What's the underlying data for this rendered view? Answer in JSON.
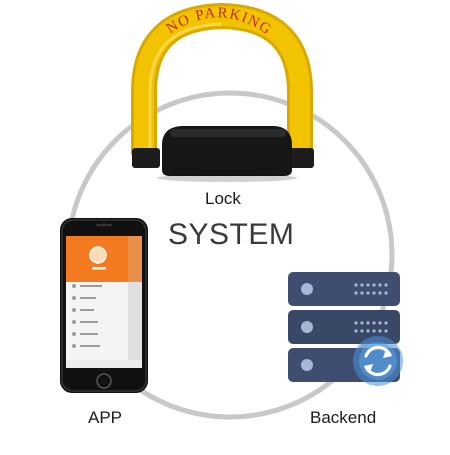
{
  "diagram": {
    "title": "SYSTEM",
    "nodes": {
      "lock": {
        "label": "Lock",
        "sign_text": "NO PARKING"
      },
      "app": {
        "label": "APP"
      },
      "backend": {
        "label": "Backend"
      }
    },
    "colors": {
      "ring": "#c8c8c8",
      "lock_arm": "#f2c300",
      "lock_base": "#161616",
      "sign_text": "#c8281e",
      "app_header": "#f47a1f",
      "server_unit": "#3f4e70",
      "server_dots": "#a9b6d6",
      "sync_badge": "#4a90d9"
    },
    "icons": [
      "parking-lock-icon",
      "smartphone-icon",
      "server-stack-icon",
      "sync-icon"
    ]
  }
}
